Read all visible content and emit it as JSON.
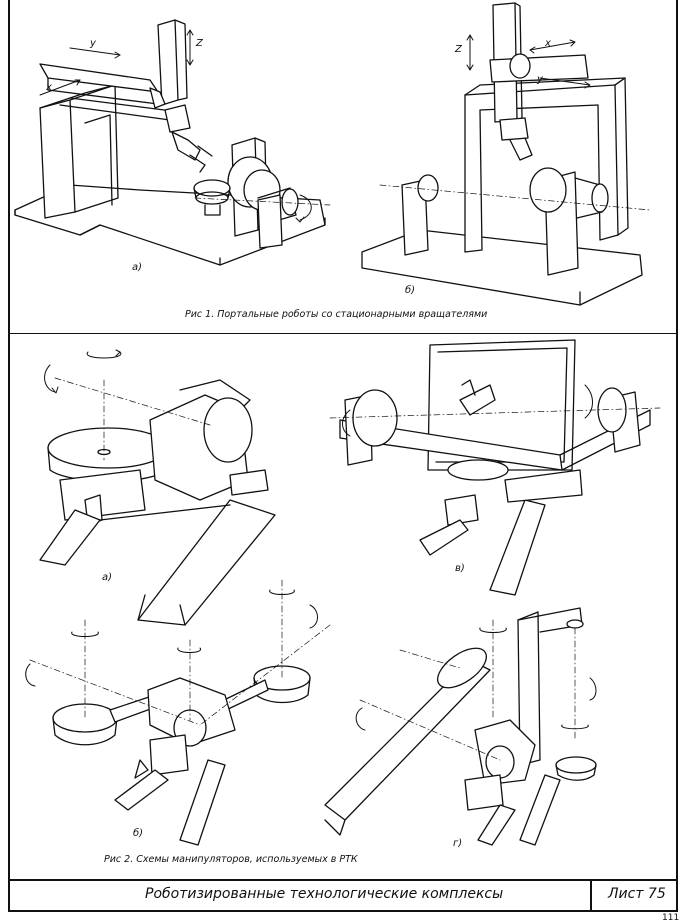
{
  "figure1": {
    "caption": "Рис 1. Портальные роботы со стационарными вращателями",
    "label_a": "а)",
    "label_b": "б)",
    "axis_labels": {
      "y1": "y",
      "x1": "x",
      "z1": "Z",
      "z2": "Z",
      "x2": "x",
      "y2": "y"
    }
  },
  "figure2": {
    "caption": "Рис 2. Схемы манипуляторов, используемых в РТК",
    "label_a": "а)",
    "label_b": "б)",
    "label_v": "в)",
    "label_g": "г)"
  },
  "title_block": {
    "title": "Роботизированные технологические комплексы",
    "sheet": "Лист 75"
  },
  "page_number": "111",
  "colors": {
    "ink": "#111111",
    "paper": "#ffffff"
  }
}
